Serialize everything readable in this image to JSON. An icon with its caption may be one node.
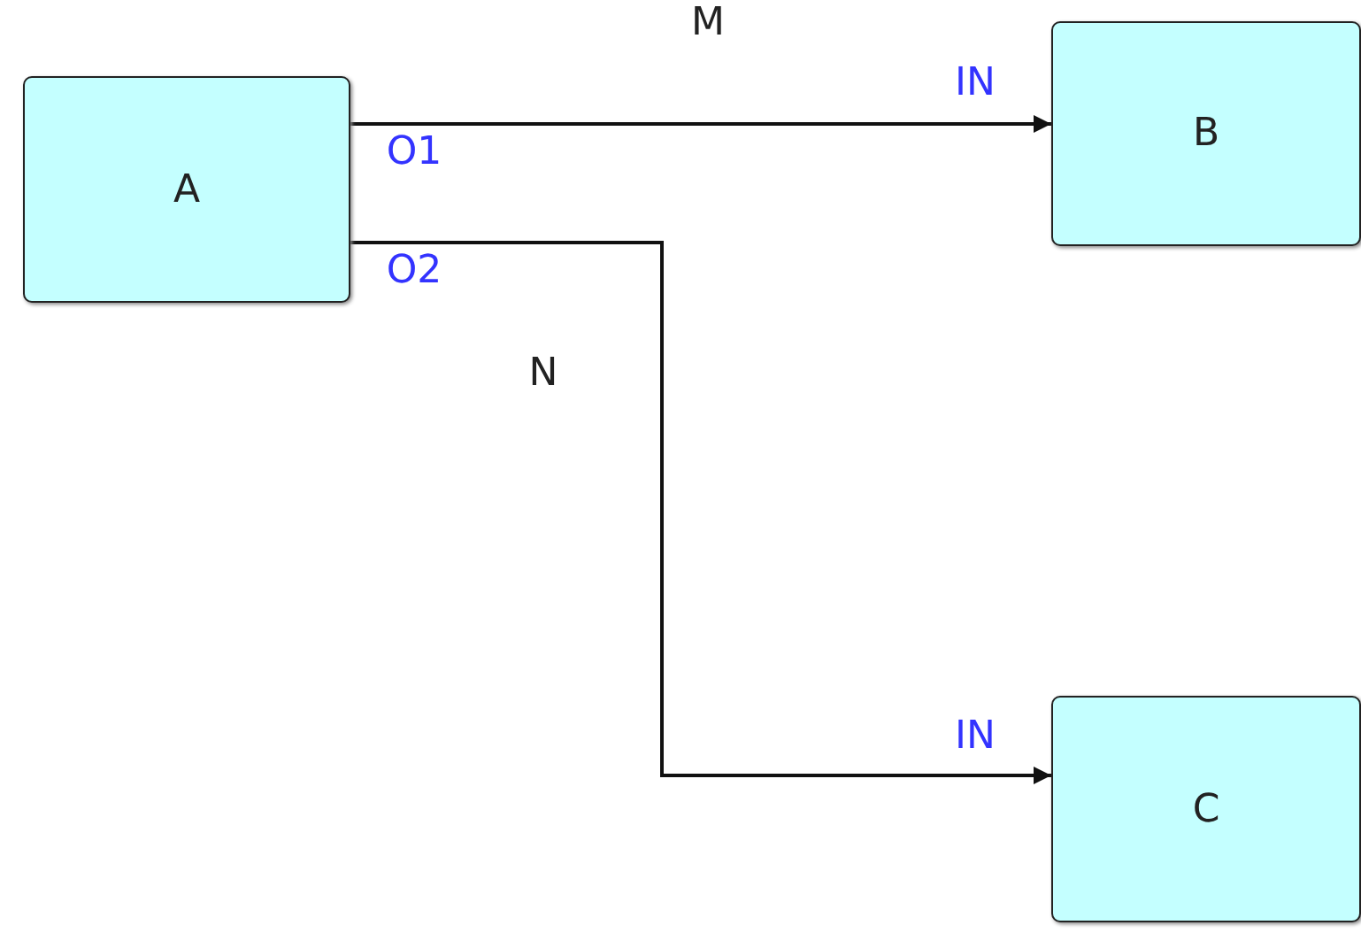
{
  "diagram": {
    "nodes": [
      {
        "text": [
          "A"
        ]
      },
      {
        "text": [
          "B"
        ]
      },
      {
        "text": [
          "C"
        ]
      }
    ],
    "edges": [
      {
        "from": 0,
        "to": 1,
        "arrow": "to",
        "label": "M"
      },
      {
        "from": 0,
        "to": 2,
        "arrow": "to",
        "label": "N"
      }
    ],
    "labels": [
      "IN",
      "O1",
      "O2",
      "IN"
    ]
  }
}
